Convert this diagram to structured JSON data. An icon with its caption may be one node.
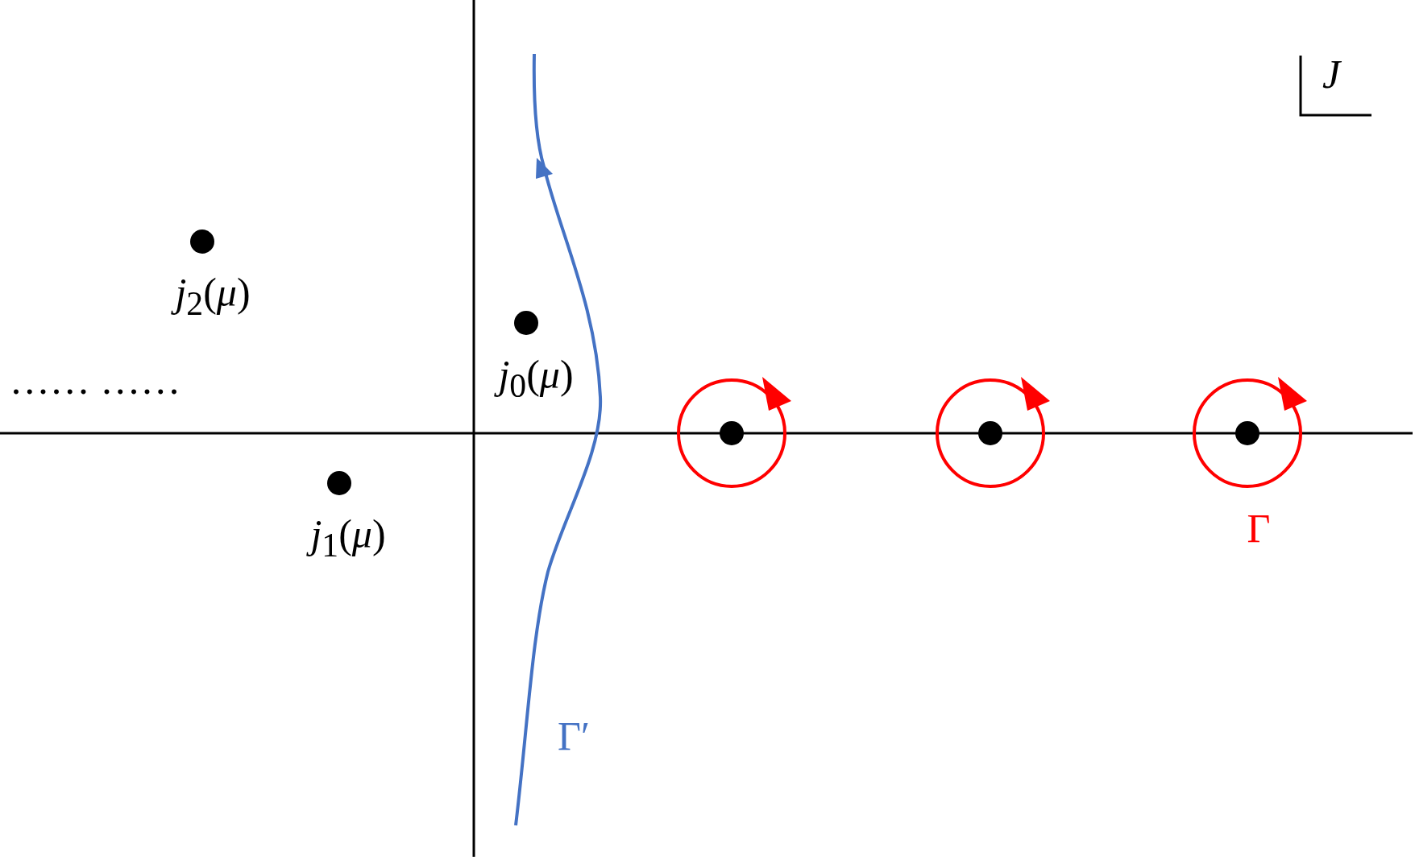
{
  "diagram": {
    "labels": [
      "*J*",
      "*j*$_{2}$(*μ*)",
      "*j*$_{0}$(*μ*)",
      "…… ……",
      "*j*$_{1}$(*μ*)",
      "Γ",
      "Γ′"
    ]
  }
}
